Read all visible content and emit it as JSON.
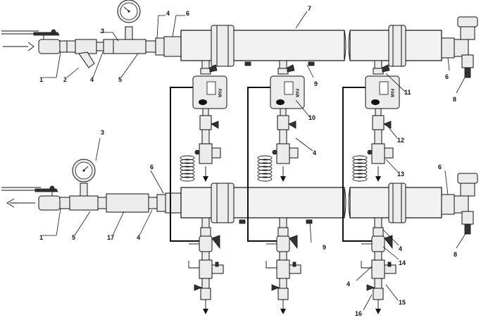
{
  "labels": {
    "l1a": "1",
    "l1b": "1",
    "l2": "2",
    "l3a": "3",
    "l3b": "3",
    "l4a": "4",
    "l4b": "4",
    "l4c": "4",
    "l4d": "4",
    "l4e": "4",
    "l4f": "4",
    "l5a": "5",
    "l5b": "5",
    "l6a": "6",
    "l6b": "6",
    "l6c": "6",
    "l6d": "6",
    "l7": "7",
    "l8a": "8",
    "l8b": "8",
    "l9a": "9",
    "l9b": "9",
    "l10": "10",
    "l11": "11",
    "l12": "12",
    "l13": "13",
    "l14": "14",
    "l15": "15",
    "l16": "16",
    "l17": "17"
  },
  "flow_meter_brand": [
    "FAR",
    "FAR",
    "FAR"
  ],
  "icons": {
    "inlet_arrow": "arrow-right-icon",
    "outlet_arrow": "arrow-left-icon",
    "drain_arrow": "arrow-down-icon"
  }
}
